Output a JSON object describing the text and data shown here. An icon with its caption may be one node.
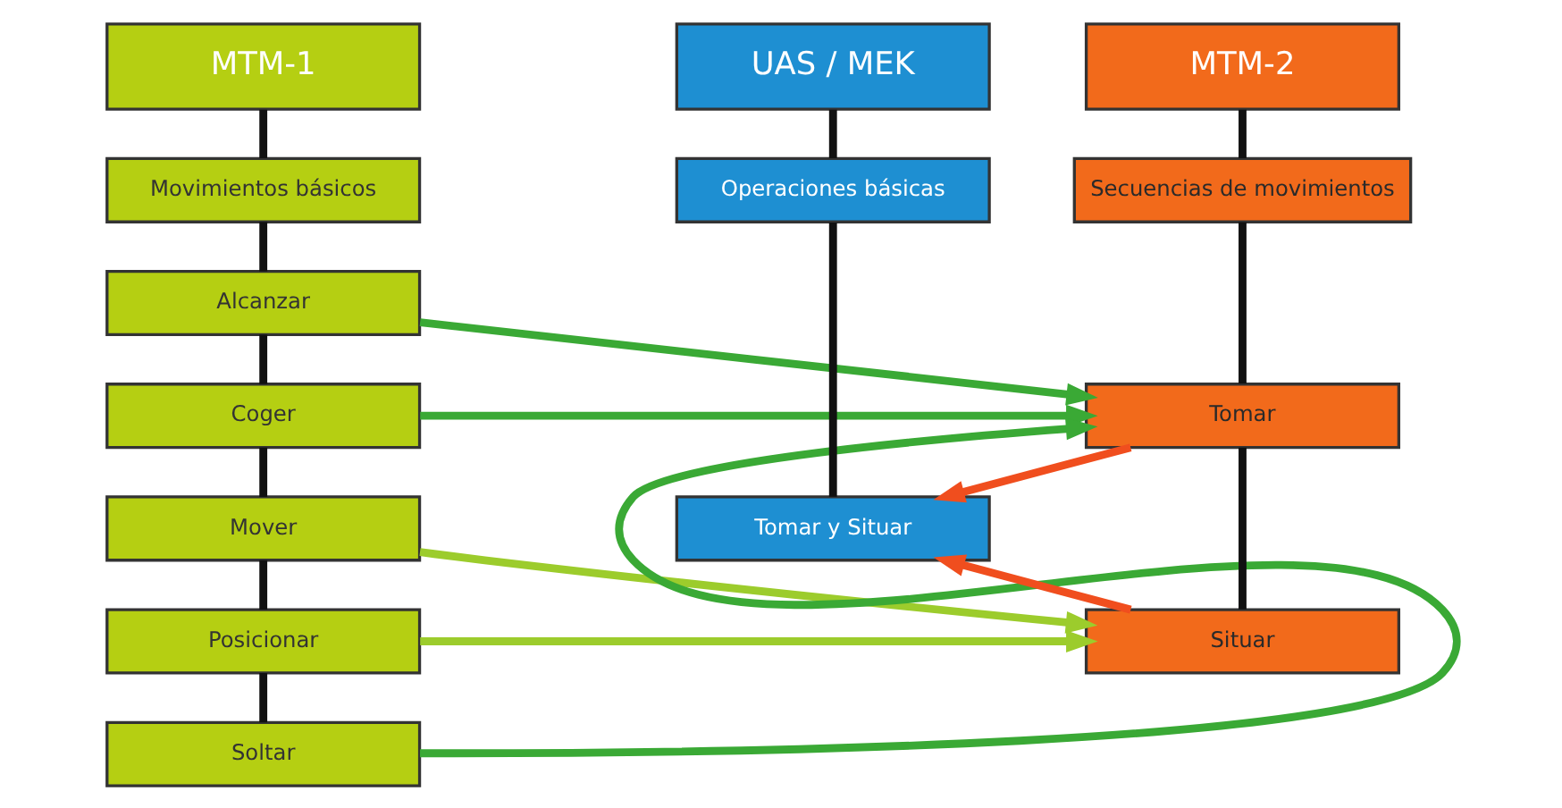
{
  "diagram": {
    "nodes": [
      {
        "text": [
          "MTM-1"
        ]
      },
      {
        "text": [
          "Movimientos básicos"
        ]
      },
      {
        "text": [
          "Alcanzar"
        ]
      },
      {
        "text": [
          "Coger"
        ]
      },
      {
        "text": [
          "Mover"
        ]
      },
      {
        "text": [
          "Posicionar"
        ]
      },
      {
        "text": [
          "Soltar"
        ]
      },
      {
        "text": [
          "MTM-2"
        ]
      },
      {
        "text": [
          "Secuencias de movimientos"
        ]
      },
      {
        "text": [
          "Tomar"
        ]
      },
      {
        "text": [
          "Situar"
        ]
      },
      {
        "text": [
          "UAS / MEK"
        ]
      },
      {
        "text": [
          "Operaciones básicas"
        ]
      },
      {
        "text": [
          "Tomar y Situar"
        ]
      }
    ],
    "edges": [
      {
        "from": 0,
        "to": 1,
        "arrow": "none"
      },
      {
        "from": 1,
        "to": 2,
        "arrow": "none"
      },
      {
        "from": 2,
        "to": 3,
        "arrow": "none"
      },
      {
        "from": 3,
        "to": 4,
        "arrow": "none"
      },
      {
        "from": 4,
        "to": 5,
        "arrow": "none"
      },
      {
        "from": 5,
        "to": 6,
        "arrow": "none"
      },
      {
        "from": 7,
        "to": 8,
        "arrow": "none"
      },
      {
        "from": 8,
        "to": 9,
        "arrow": "none"
      },
      {
        "from": 9,
        "to": 10,
        "arrow": "none"
      },
      {
        "from": 11,
        "to": 12,
        "arrow": "none"
      },
      {
        "from": 12,
        "to": 13,
        "arrow": "none"
      },
      {
        "from": 2,
        "to": 9,
        "arrow": "to",
        "color": "#3aa935"
      },
      {
        "from": 3,
        "to": 9,
        "arrow": "to",
        "color": "#3aa935"
      },
      {
        "from": 6,
        "to": 9,
        "arrow": "to",
        "color": "#3aa935"
      },
      {
        "from": 4,
        "to": 10,
        "arrow": "to",
        "color": "#9ccc2c"
      },
      {
        "from": 5,
        "to": 10,
        "arrow": "to",
        "color": "#9ccc2c"
      },
      {
        "from": 9,
        "to": 13,
        "arrow": "to",
        "color": "#f04e1e"
      },
      {
        "from": 10,
        "to": 13,
        "arrow": "to",
        "color": "#f04e1e"
      }
    ]
  }
}
